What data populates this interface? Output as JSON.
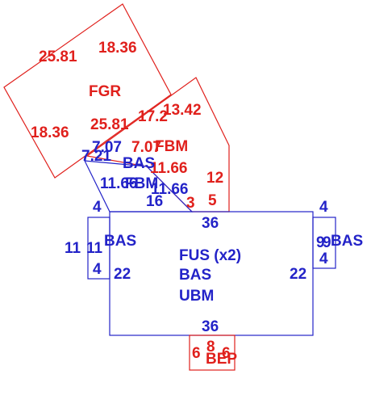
{
  "colors": {
    "red": "#e0201c",
    "blue": "#2323c8",
    "background": "#ffffff"
  },
  "areas": {
    "fgr": {
      "code": "FGR",
      "dims": [
        "25.81",
        "18.36",
        "18.36",
        "25.81"
      ]
    },
    "fbm": {
      "code": "FBM",
      "dims": [
        "17.2",
        "13.42",
        "7.07",
        "11.66",
        "12",
        "5",
        "3"
      ]
    },
    "bas_left_wing": {
      "code": "BAS",
      "dims": [
        "7.07",
        "7.21",
        "11.66",
        "16"
      ]
    },
    "fbm_overlap": {
      "code": "FBM",
      "dims": [
        "11.66"
      ]
    },
    "main": {
      "lines": [
        "FUS (x2)",
        "BAS",
        "UBM"
      ],
      "dims": [
        "36",
        "36",
        "22",
        "22"
      ]
    },
    "bas_left": {
      "code": "BAS",
      "dims": [
        "4",
        "11",
        "11",
        "4"
      ]
    },
    "bas_right": {
      "code": "BAS",
      "dims": [
        "4",
        "9",
        "9",
        "4"
      ]
    },
    "bep": {
      "code": "BEP",
      "dims": [
        "6",
        "8",
        "6"
      ]
    }
  }
}
